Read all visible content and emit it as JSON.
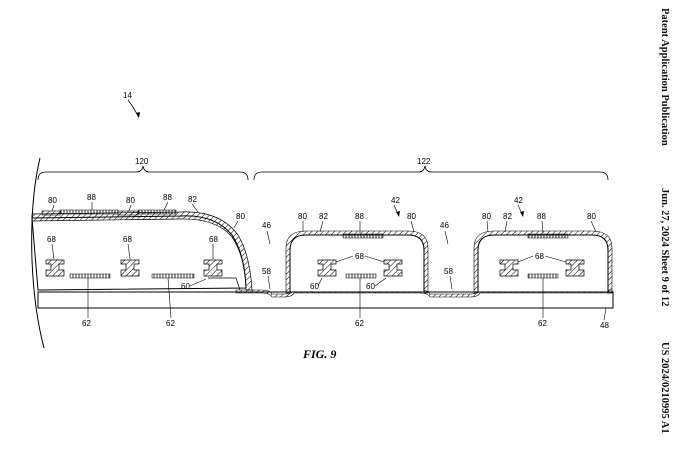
{
  "header": {
    "publication_type": "Patent Application Publication",
    "date_sheet": "Jun. 27, 2024  Sheet 9 of 12",
    "publication_number": "US 2024/0210995 A1"
  },
  "figure": {
    "caption": "FIG. 9",
    "labels": {
      "ref_14": "14",
      "ref_120": "120",
      "ref_122": "122",
      "ref_80": "80",
      "ref_88": "88",
      "ref_82": "82",
      "ref_68": "68",
      "ref_60": "60",
      "ref_62": "62",
      "ref_58": "58",
      "ref_46": "46",
      "ref_42": "42",
      "ref_48": "48"
    }
  }
}
